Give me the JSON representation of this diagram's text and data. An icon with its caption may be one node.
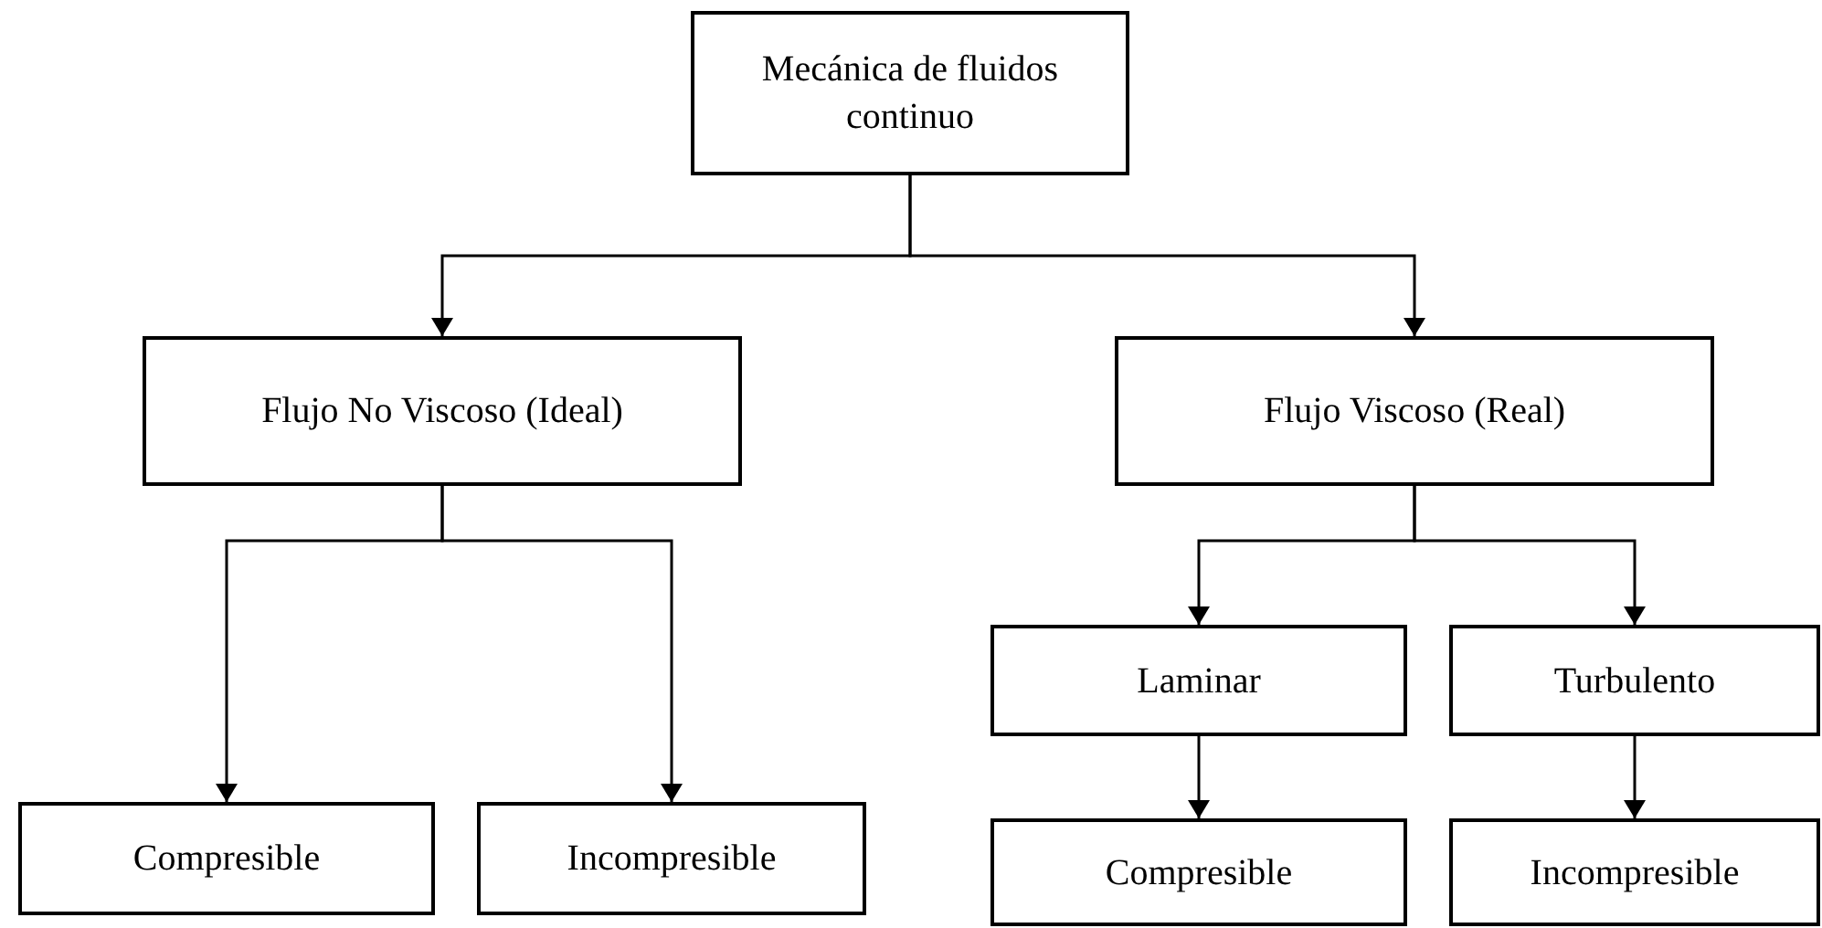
{
  "diagram": {
    "nodes": [
      {
        "text": [
          "Mecánica de fluidos continuo"
        ]
      },
      {
        "text": [
          "Flujo No Viscoso (Ideal)"
        ]
      },
      {
        "text": [
          "Flujo Viscoso (Real)"
        ]
      },
      {
        "text": [
          "Compresible"
        ]
      },
      {
        "text": [
          "Incompresible"
        ]
      },
      {
        "text": [
          "Laminar"
        ]
      },
      {
        "text": [
          "Turbulento"
        ]
      },
      {
        "text": [
          "Compresible"
        ]
      },
      {
        "text": [
          "Incompresible"
        ]
      }
    ],
    "edges": [
      {
        "from": 0,
        "to": 1,
        "arrow": "to"
      },
      {
        "from": 0,
        "to": 2,
        "arrow": "to"
      },
      {
        "from": 1,
        "to": 3,
        "arrow": "to"
      },
      {
        "from": 1,
        "to": 4,
        "arrow": "to"
      },
      {
        "from": 2,
        "to": 5,
        "arrow": "to"
      },
      {
        "from": 2,
        "to": 6,
        "arrow": "to"
      },
      {
        "from": 5,
        "to": 7,
        "arrow": "to"
      },
      {
        "from": 6,
        "to": 8,
        "arrow": "to"
      }
    ]
  }
}
